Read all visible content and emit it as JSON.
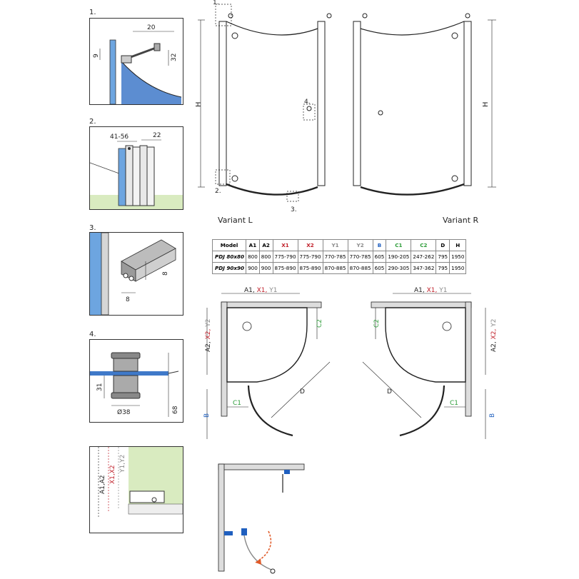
{
  "steps": [
    "1.",
    "2.",
    "3.",
    "4."
  ],
  "detail_callouts": [
    "1.",
    "2.",
    "3.",
    "4."
  ],
  "elevation": {
    "height_label": "H",
    "variant_left": "Variant L",
    "variant_right": "Variant R"
  },
  "detail1": {
    "dim_top": "20",
    "dim_left": "9",
    "dim_right": "32"
  },
  "detail2": {
    "dim_a": "41-56",
    "dim_b": "22"
  },
  "detail3": {
    "dim_h": "8",
    "dim_w": "8"
  },
  "detail4": {
    "dim_h": "31",
    "dim_d": "Ø38",
    "dim_total": "68"
  },
  "detail5": {
    "label_a": "A1,A2",
    "label_x": "X1,X2",
    "label_y": "Y1,Y2"
  },
  "plan": {
    "top_a": "A1,",
    "top_x": " X1,",
    "top_y": " Y1",
    "side_a": "A2,",
    "side_x": " X2,",
    "side_y": " Y2",
    "c1": "C1",
    "c2": "C2",
    "d": "D",
    "b": "B"
  },
  "colors": {
    "x": "#c0202a",
    "y": "#8a8a8a",
    "b": "#1f5fbf",
    "c": "#2e9d3a",
    "glass": "#3f79c9",
    "arrow": "#e05a28"
  },
  "table": {
    "headers": [
      "Model",
      "A1",
      "A2",
      "X1",
      "X2",
      "Y1",
      "Y2",
      "B",
      "C1",
      "C2",
      "D",
      "H"
    ],
    "rows": [
      [
        "PDJ 80x80",
        "800",
        "800",
        "775-790",
        "775-790",
        "770-785",
        "770-785",
        "605",
        "190-205",
        "247-262",
        "795",
        "1950"
      ],
      [
        "PDJ 90x90",
        "900",
        "900",
        "875-890",
        "875-890",
        "870-885",
        "870-885",
        "605",
        "290-305",
        "347-362",
        "795",
        "1950"
      ]
    ]
  }
}
